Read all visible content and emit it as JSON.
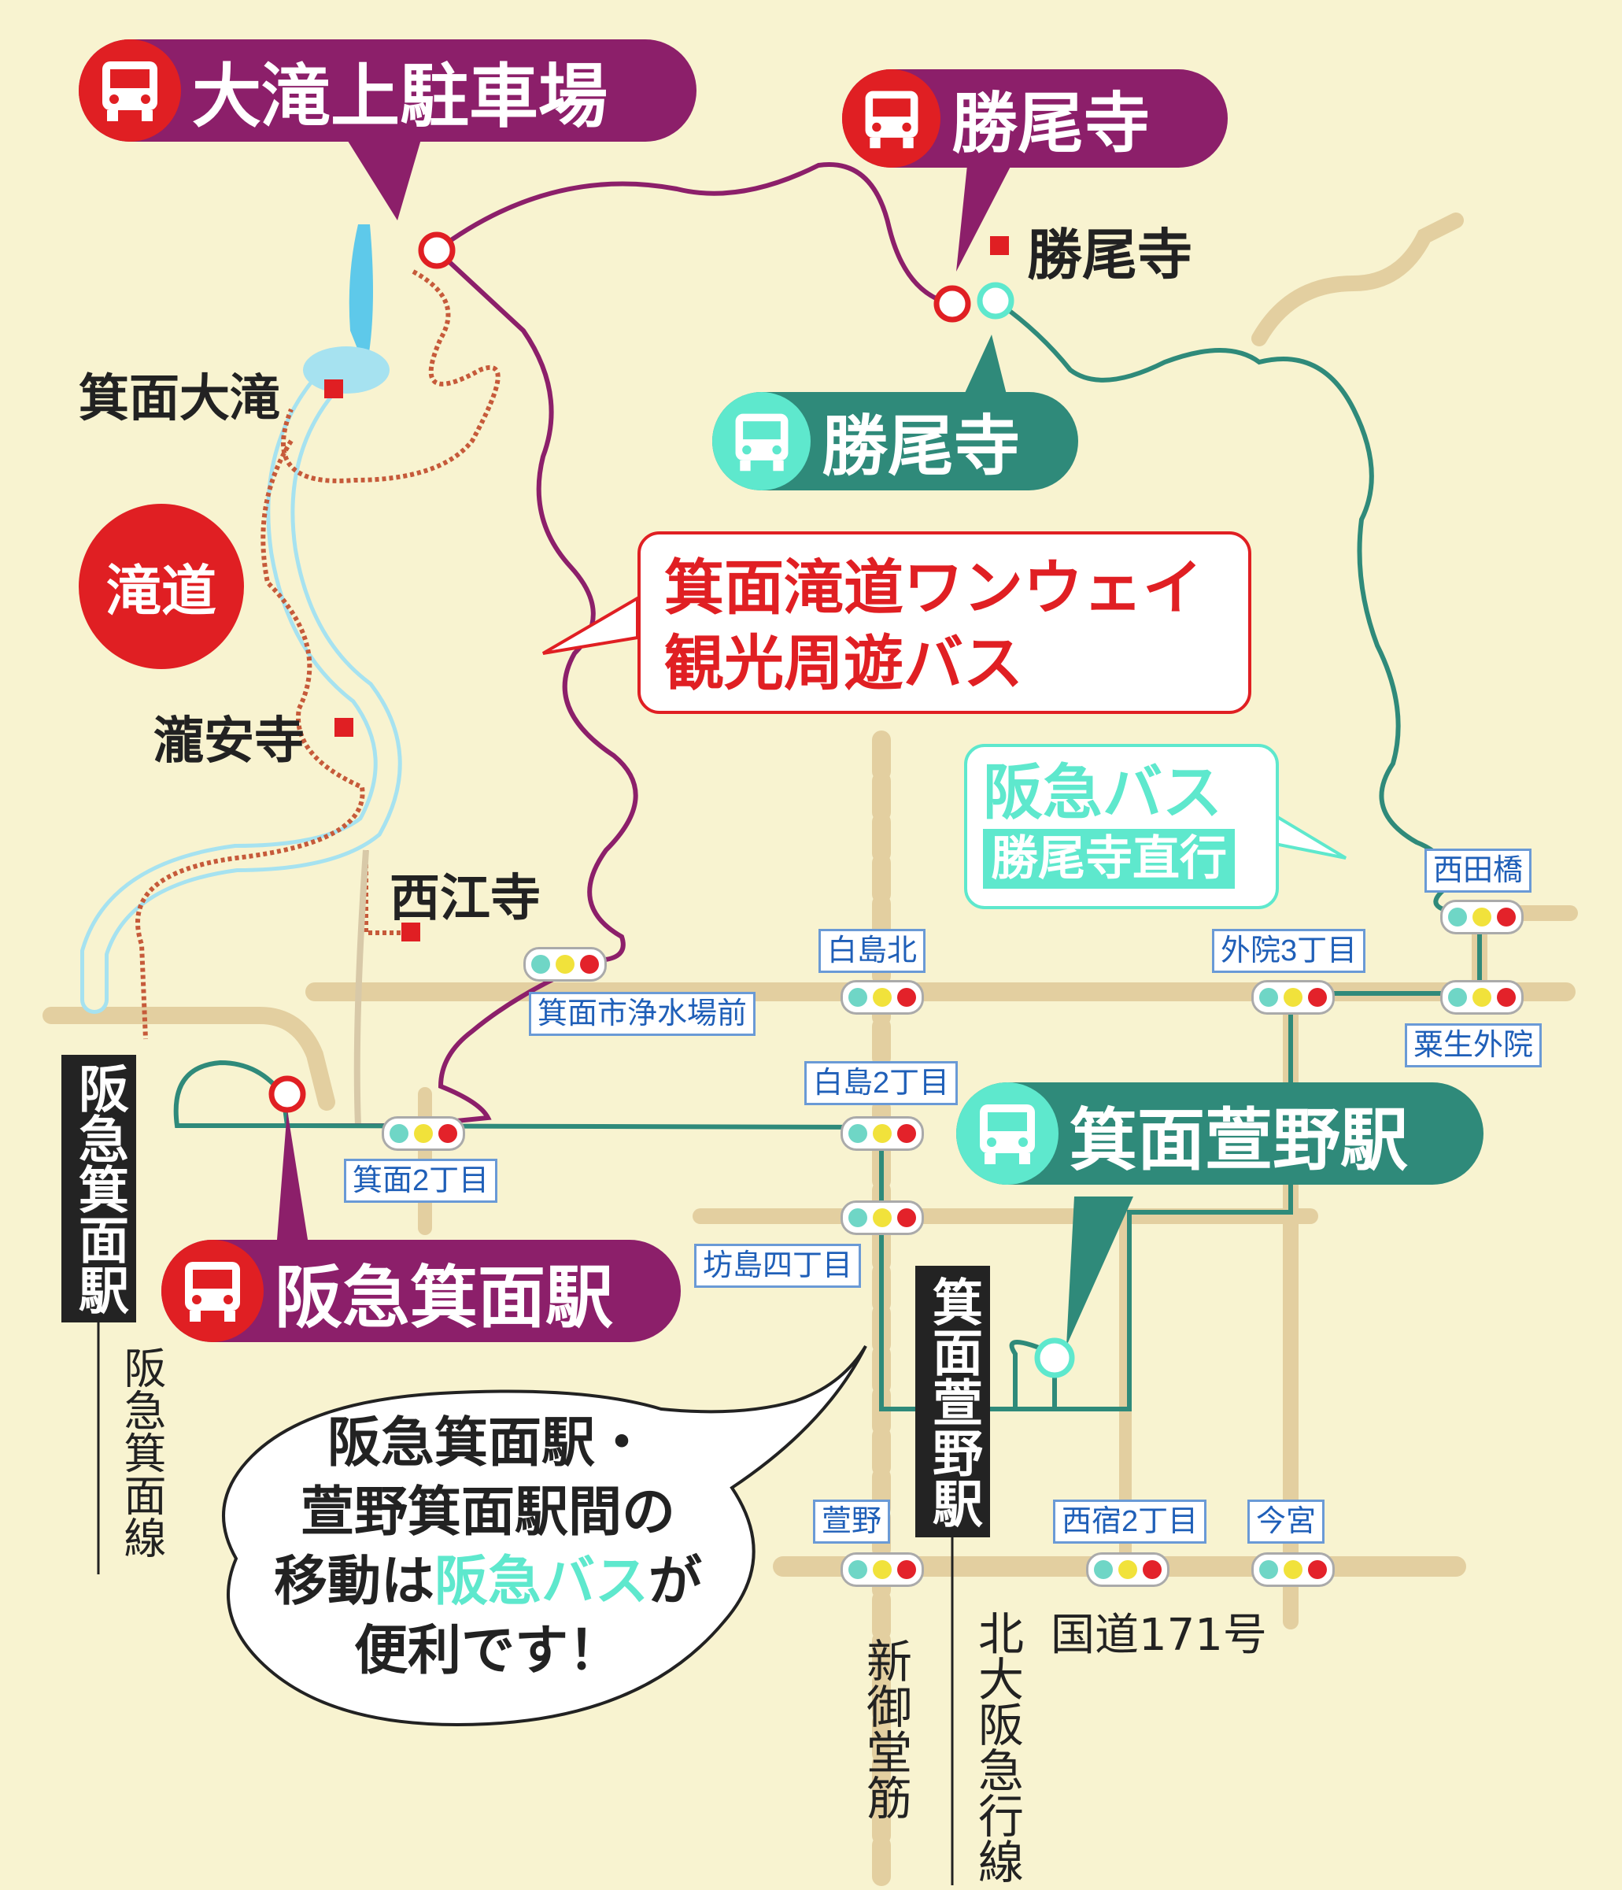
{
  "colors": {
    "background": "#f8f3d0",
    "road": "#e3cfa0",
    "sightseeing_bus_route": "#8c1f6a",
    "hankyu_bus_route": "#2f8a7a",
    "river": "#a6e2f0",
    "trail": "#c65a3a",
    "stop_red": "#e01f23",
    "stop_mint": "#5ee8cd"
  },
  "bus_stops": {
    "otaki_ue": {
      "label": "大滝上駐車場",
      "icon": "bus-icon"
    },
    "katsuoji_sightseeing": {
      "label": "勝尾寺",
      "icon": "bus-icon"
    },
    "katsuoji_hankyu": {
      "label": "勝尾寺",
      "icon": "bus-icon"
    },
    "minoh_kayano": {
      "label": "箕面萱野駅",
      "icon": "bus-icon"
    },
    "hankyu_minoh": {
      "label": "阪急箕面駅",
      "icon": "bus-icon"
    }
  },
  "callouts": {
    "sightseeing_bus": {
      "line1": "箕面滝道ワンウェイ",
      "line2": "観光周遊バス"
    },
    "hankyu_bus": {
      "line1": "阪急バス",
      "line2": "勝尾寺直行"
    },
    "note": {
      "line1": "阪急箕面駅・",
      "line2": "萱野箕面駅間の",
      "line3_pre": "移動は",
      "line3_highlight": "阪急バス",
      "line3_post": "が",
      "line4": "便利です！"
    }
  },
  "badge": {
    "label": "滝道"
  },
  "places": {
    "katsuoji_temple": "勝尾寺",
    "minoh_falls": "箕面大滝",
    "ryuanji": "瀧安寺",
    "saikoji": "西江寺"
  },
  "intersections": {
    "shirashima_kita": "白島北",
    "saiden_bashi": "西田橋",
    "gein_3chome": "外院3丁目",
    "minoh_josui": "箕面市浄水場前",
    "awao_gein": "粟生外院",
    "shirashima_2": "白島2丁目",
    "minoh_2": "箕面2丁目",
    "bojima_4": "坊島四丁目",
    "kayano": "萱野",
    "nishijuku_2": "西宿2丁目",
    "imamiya": "今宮"
  },
  "stations": {
    "hankyu_minoh": "阪急箕面駅",
    "minoh_kayano": "箕面萱野駅"
  },
  "lines": {
    "hankyu_minoh_line": "阪急箕面線",
    "kita_osaka_kyuko": "北大阪急行線",
    "shin_midosuji": "新御堂筋",
    "route171": "国道171号"
  }
}
